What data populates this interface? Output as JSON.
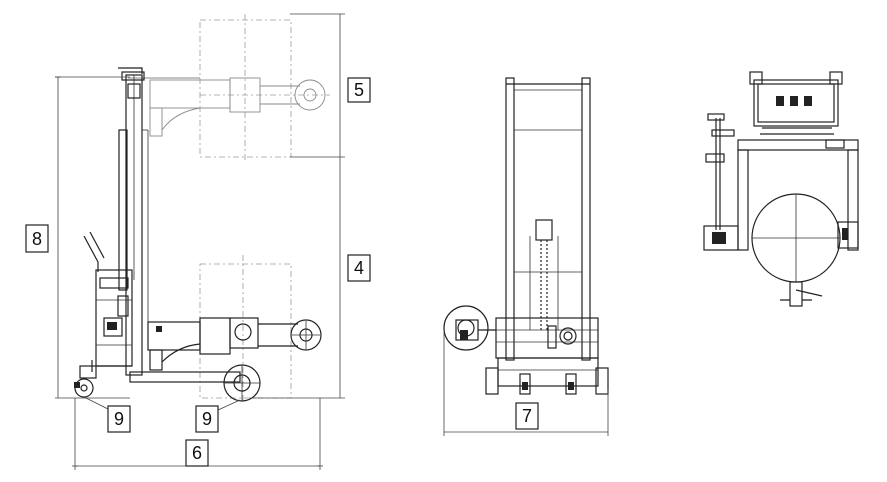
{
  "callouts": {
    "c5": "5",
    "c8": "8",
    "c4": "4",
    "c9a": "9",
    "c9b": "9",
    "c6": "6",
    "c7": "7"
  }
}
